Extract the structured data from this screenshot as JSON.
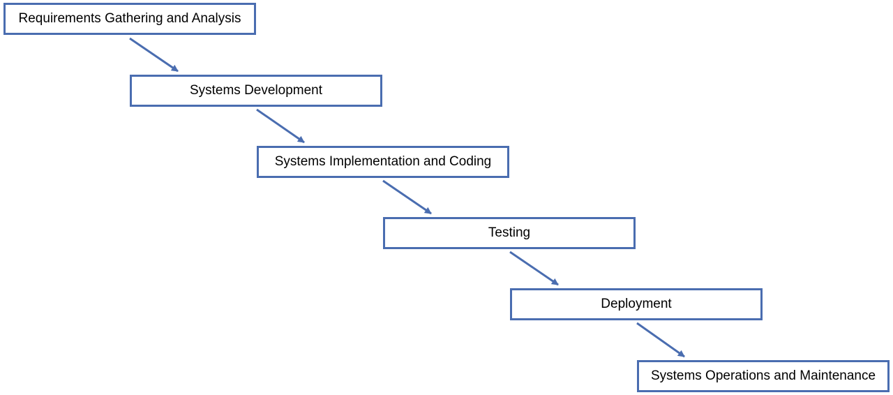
{
  "diagram": {
    "stages": [
      {
        "label": "Requirements Gathering and Analysis"
      },
      {
        "label": "Systems Development"
      },
      {
        "label": "Systems Implementation and Coding"
      },
      {
        "label": "Testing"
      },
      {
        "label": "Deployment"
      },
      {
        "label": "Systems Operations and Maintenance"
      }
    ],
    "colors": {
      "box_border": "#4a6db0",
      "arrow": "#4a6db0",
      "text": "#000000",
      "background": "#ffffff"
    }
  }
}
